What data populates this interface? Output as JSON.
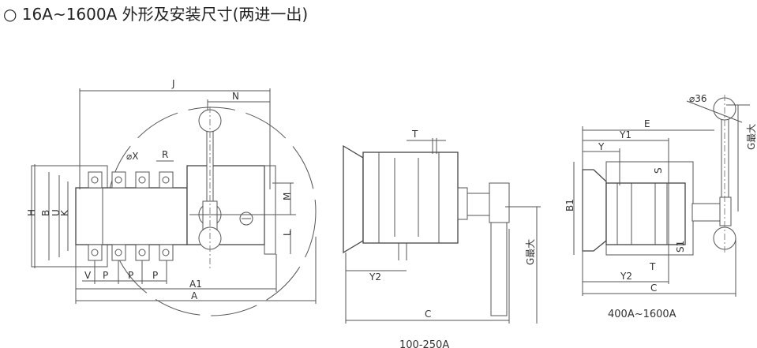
{
  "title": "○ 16A~1600A 外形及安装尺寸(两进一出)",
  "front_view": {
    "labels": {
      "J": "J",
      "N": "N",
      "X": "⌀X",
      "R": "R",
      "H": "H",
      "B": "B",
      "U": "U",
      "K": "K",
      "M": "M",
      "L": "L",
      "V": "V",
      "P1": "P",
      "P2": "P",
      "P3": "P",
      "A1": "A1",
      "A": "A"
    }
  },
  "side_view_small": {
    "caption": "100-250A",
    "labels": {
      "T": "T",
      "Y2": "Y2",
      "C": "C",
      "G": "G最大"
    }
  },
  "side_view_large": {
    "caption": "400A~1600A",
    "labels": {
      "D36": "⌀36",
      "E": "E",
      "Y1": "Y1",
      "Y": "Y",
      "B1": "B1",
      "S": "S",
      "S1": "S1",
      "T": "T",
      "Y2": "Y2",
      "C": "C",
      "G": "G最大"
    }
  }
}
